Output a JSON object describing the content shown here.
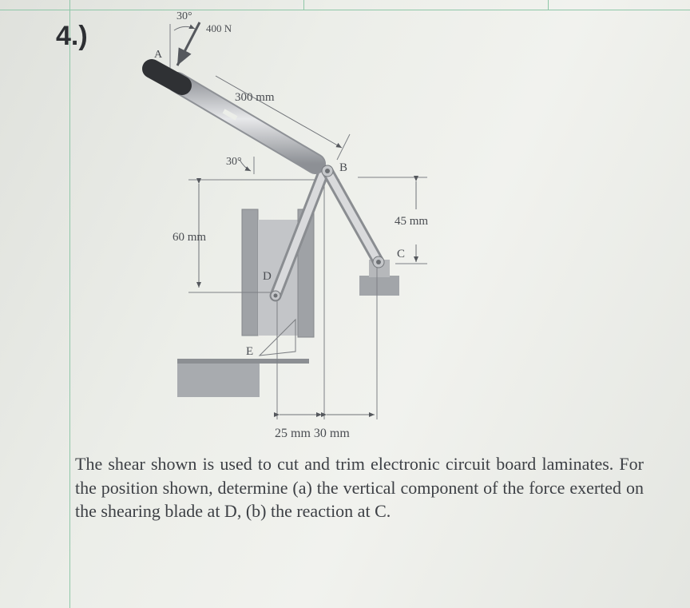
{
  "problem_number": "4.)",
  "figure": {
    "labels": {
      "angle_top": "30°",
      "force": "400 N",
      "point_a": "A",
      "length_handle": "300 mm",
      "angle_handle": "30°",
      "point_b": "B",
      "dim_45": "45 mm",
      "point_c": "C",
      "dim_60": "60 mm",
      "point_d": "D",
      "point_e": "E",
      "dim_bottom": "25 mm 30 mm"
    }
  },
  "problem_text": "The shear shown is used to cut and trim electronic circuit board laminates. For the position shown, determine (a) the vertical component of the force exerted on the shearing blade at D, (b) the reaction at C."
}
